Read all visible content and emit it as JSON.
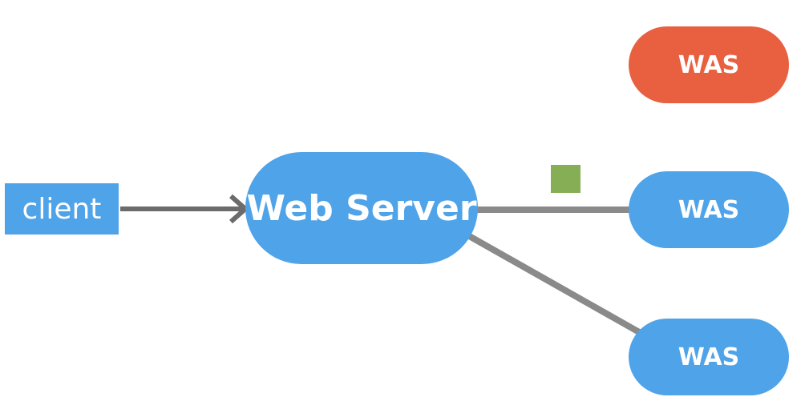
{
  "diagram": {
    "client": {
      "label": "client"
    },
    "web_server": {
      "label": "Web Server"
    },
    "was_nodes": [
      {
        "label": "WAS",
        "status": "error",
        "color": "#e8603f"
      },
      {
        "label": "WAS",
        "status": "connected",
        "color": "#4fa3e8"
      },
      {
        "label": "WAS",
        "status": "connected",
        "color": "#4fa3e8"
      }
    ],
    "connections": [
      {
        "from": "client",
        "to": "Web Server",
        "arrow": true
      },
      {
        "from": "Web Server",
        "to": "WAS",
        "arrow": false
      },
      {
        "from": "Web Server",
        "to": "WAS",
        "arrow": false
      }
    ],
    "packet_color": "#86ae55"
  }
}
